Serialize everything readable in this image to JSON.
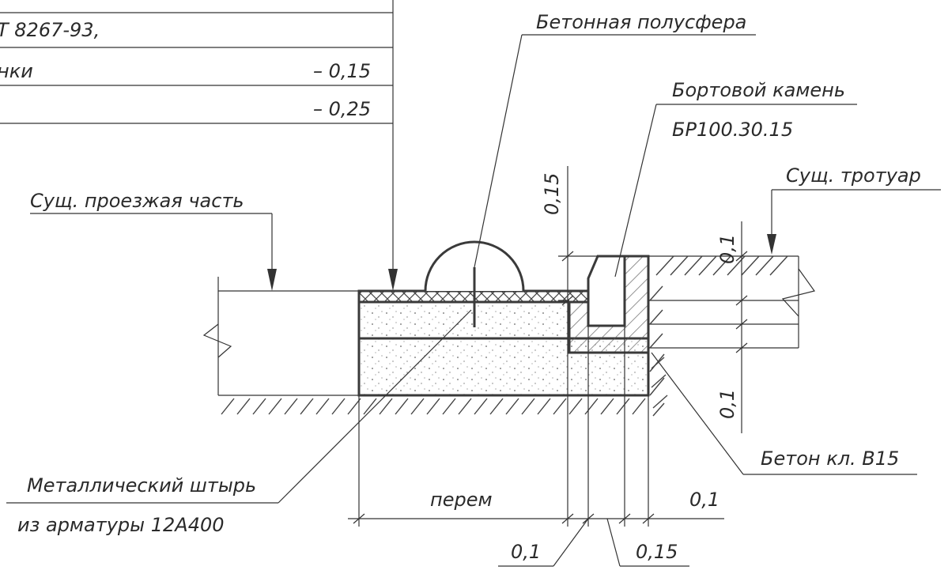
{
  "table": {
    "row1": "Т 8267-93,",
    "row2_label": "нки",
    "row2_value": "– 0,15",
    "row3_value": "– 0,25"
  },
  "labels": {
    "concrete_hemisphere": "Бетонная полусфера",
    "curb_stone": "Бортовой камень",
    "curb_stone_mark": "БР100.30.15",
    "existing_sidewalk": "Сущ. тротуар",
    "existing_roadway": "Сущ. проезжая часть",
    "concrete_class": "Бетон кл. B15",
    "metal_pin_line1": "Металлический штырь",
    "metal_pin_line2": "из арматуры 12А400"
  },
  "dimensions": {
    "vertical_015": "0,15",
    "right_01_top": "0,1",
    "right_01_bottom": "0,1",
    "bottom_var": "перем",
    "bottom_01_right": "0,1",
    "bottom_01_left": "0,1",
    "bottom_015": "0,15"
  },
  "colors": {
    "line": "#3a3a3a",
    "paper": "#ffffff"
  }
}
